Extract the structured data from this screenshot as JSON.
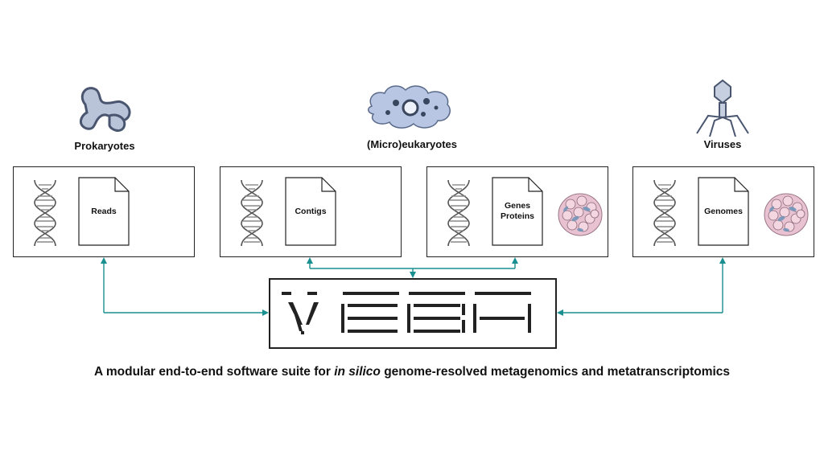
{
  "organisms": [
    {
      "label": "Prokaryotes",
      "icon": "bacterium-icon"
    },
    {
      "label": "(Micro)eukaryotes",
      "icon": "amoeba-icon"
    },
    {
      "label": "Viruses",
      "icon": "bacteriophage-icon"
    }
  ],
  "panels": [
    {
      "doc_lines": [
        "Reads"
      ],
      "has_protein": false
    },
    {
      "doc_lines": [
        "Contigs"
      ],
      "has_protein": false
    },
    {
      "doc_lines": [
        "Genes",
        "Proteins"
      ],
      "has_protein": true
    },
    {
      "doc_lines": [
        "Genomes"
      ],
      "has_protein": true
    }
  ],
  "logo_text": "VEBA",
  "caption": {
    "before": "A modular end-to-end software suite for ",
    "italic": "in silico",
    "after": " genome-resolved metagenomics and metatranscriptomics"
  },
  "colors": {
    "connector": "#1a8f8f",
    "border": "#222222"
  }
}
